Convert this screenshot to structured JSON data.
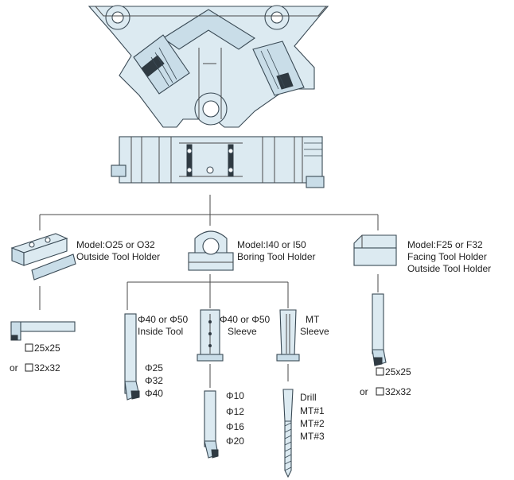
{
  "holders": {
    "outside": {
      "line1": "Model:O25 or O32",
      "line2": "Outside Tool Holder"
    },
    "boring": {
      "line1": "Model:I40 or I50",
      "line2": "Boring Tool Holder"
    },
    "facing": {
      "line1": "Model:F25 or F32",
      "line2": "Facing Tool Holder",
      "line3": "Outside Tool Holder"
    }
  },
  "outside_tool": {
    "size1": "25x25",
    "size2_prefix": "or",
    "size2": "32x32"
  },
  "inside_tool": {
    "line1": "Φ40 or Φ50",
    "line2": "Inside Tool",
    "diameters": [
      "Φ25",
      "Φ32",
      "Φ40"
    ]
  },
  "sleeve": {
    "line1": "Φ40 or Φ50",
    "line2": "Sleeve"
  },
  "mt_sleeve": {
    "line1": "MT",
    "line2": "Sleeve"
  },
  "boring_bar": {
    "diameters": [
      "Φ10",
      "Φ12",
      "Φ16",
      "Φ20"
    ]
  },
  "drill": {
    "line1": "Drill",
    "sizes": [
      "MT#1",
      "MT#2",
      "MT#3"
    ]
  },
  "facing_tool": {
    "size1": "25x25",
    "size2_prefix": "or",
    "size2": "32x32"
  }
}
